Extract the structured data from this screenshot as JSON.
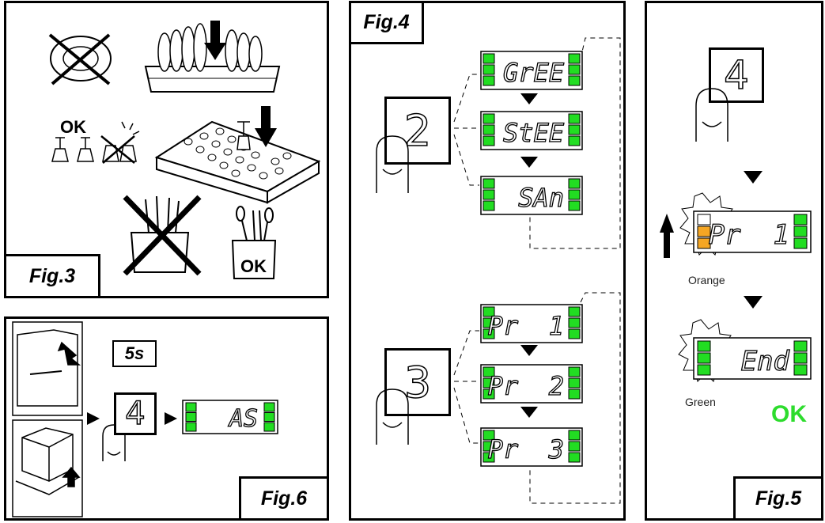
{
  "colors": {
    "led_green": "#22dd22",
    "led_orange": "#f5a623",
    "ok_green": "#2ddc2d",
    "ink": "#000000"
  },
  "fig3": {
    "label": "Fig.3",
    "ok_glasses": "OK",
    "ok_cutlery": "OK"
  },
  "fig4": {
    "label": "Fig.4",
    "button_a": "2",
    "button_b": "3",
    "displays_a": [
      "GrEE",
      "StEE",
      "SAn"
    ],
    "displays_b": [
      "Pr  1",
      "Pr  2",
      "Pr  3"
    ]
  },
  "fig5": {
    "label": "Fig.5",
    "button": "4",
    "display_1": "Pr  1",
    "display_2": "End",
    "label_orange": "Orange",
    "label_green": "Green",
    "ok": "OK"
  },
  "fig6": {
    "label": "Fig.6",
    "time": "5s",
    "button": "4",
    "display": "AS"
  },
  "icons": [
    "plate-crossed-icon",
    "plate-rack-icon",
    "glasses-icon",
    "broken-glass-crossed-icon",
    "glass-rack-icon",
    "cutlery-up-crossed-icon",
    "cutlery-down-ok-icon",
    "finger-icon",
    "arrow-down-icon",
    "arrow-up-icon",
    "arrow-right-icon",
    "dishwasher-door-icon",
    "hood-icon"
  ]
}
